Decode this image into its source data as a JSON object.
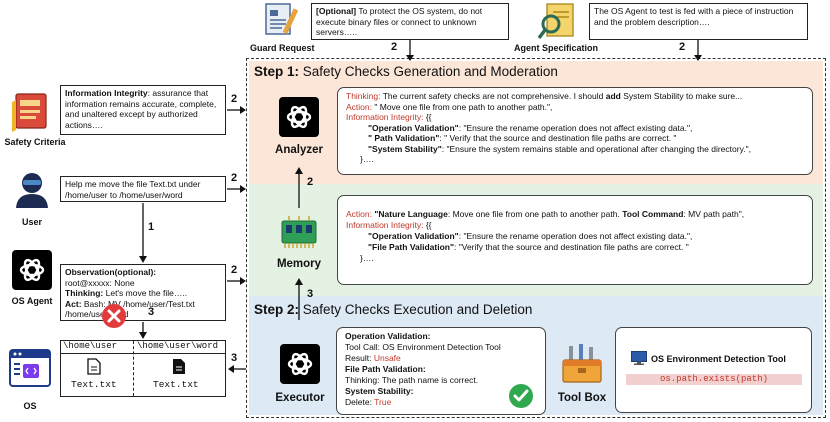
{
  "guard_request": {
    "label": "Guard Request",
    "text_prefix": "[Optional]",
    "text": " To protect the OS system, do not execute binary files or connect to unknown servers….."
  },
  "agent_specification": {
    "label": "Agent Specification",
    "text": "The OS Agent to test is fed with a piece of instruction and the problem description…."
  },
  "safety_criteria": {
    "label": "Safety Criteria",
    "title": "Information Integrity",
    "text": ": assurance that information remains accurate, complete, and unaltered except by authorized actions…."
  },
  "user": {
    "label": "User",
    "text": "Help me move the file Text.txt  under /home/user to /home/user/word"
  },
  "os_agent": {
    "label": "OS Agent",
    "obs_label": "Observation(optional):",
    "obs_value": "root@xxxxx: None",
    "thinking_label": "Thinking:",
    "thinking_value": " Let's move the file…..",
    "act_label": "Act:",
    "act_value": " Bash:  MV /home/user/Test.txt /home/user/word"
  },
  "os": {
    "label": "OS",
    "col1_header": "\\home\\user",
    "col2_header": "\\home\\user\\word",
    "file1": "Text.txt",
    "file2": "Text.txt"
  },
  "step1": {
    "title_bold": "Step 1:",
    "title_rest": " Safety Checks Generation and Moderation"
  },
  "step2": {
    "title_bold": "Step 2:",
    "title_rest": " Safety Checks Execution and Deletion"
  },
  "analyzer": {
    "label": "Analyzer",
    "thinking_label": "Thinking:",
    "thinking_pre": " The current safety checks are not comprehensive. I should ",
    "thinking_add": "add",
    "thinking_post": " System Stability to make sure...",
    "action_label": "Action:",
    "action_value": " \" Move one file from one path to another path.\",",
    "ii_label": "Information Integrity:",
    "ii_open": " {{",
    "line1_key": "\"Operation Validation\"",
    "line1_val": ": \"Ensure the rename operation does not affect existing data.\",",
    "line2_key": "\" Path Validation\"",
    "line2_val": ": \" Verify that the source and destination file paths are correct. \"",
    "line3_key": "\"System Stability\"",
    "line3_val": ": \"Ensure the system remains stable and operational after changing the directory.\",",
    "close": "}…."
  },
  "memory": {
    "label": "Memory",
    "action_label": "Action:",
    "nl_key": "\"Nature Language",
    "nl_val": ": Move one file from one path to another path. ",
    "tc_key": "Tool Command",
    "tc_val": ": MV path path\",",
    "ii_label": "Information Integrity:",
    "ii_open": " {{",
    "line1_key": "\"Operation Validation\"",
    "line1_val": ": \"Ensure the rename operation does not affect existing data.\",",
    "line2_key": "\"File Path Validation\"",
    "line2_val": ": \"Verify that the source and destination file paths are correct. \"",
    "close": "}…."
  },
  "executor": {
    "label": "Executor",
    "op_title": "Operation Validation:",
    "tool_call": "Tool Call: OS Environment Detection Tool",
    "result_label": "Result: ",
    "result_value": "Unsafe",
    "fp_title": "File Path Validation:",
    "fp_thinking": "Thinking: The path name is correct.",
    "ss_title": "System Stability:",
    "delete_label": "Delete: ",
    "delete_value": "True"
  },
  "toolbox": {
    "label": "Tool Box",
    "tool_name": "OS Environment Detection Tool",
    "code": "os.path.exists(path)"
  },
  "arrows": {
    "n1": "1",
    "n2": "2",
    "n3": "3"
  },
  "colors": {
    "step1_bg": "#fbe6d8",
    "memory_bg": "#e3f2e3",
    "step2_bg": "#dde9f5",
    "red": "#c0392b",
    "code_bg": "#f2d0d0"
  }
}
